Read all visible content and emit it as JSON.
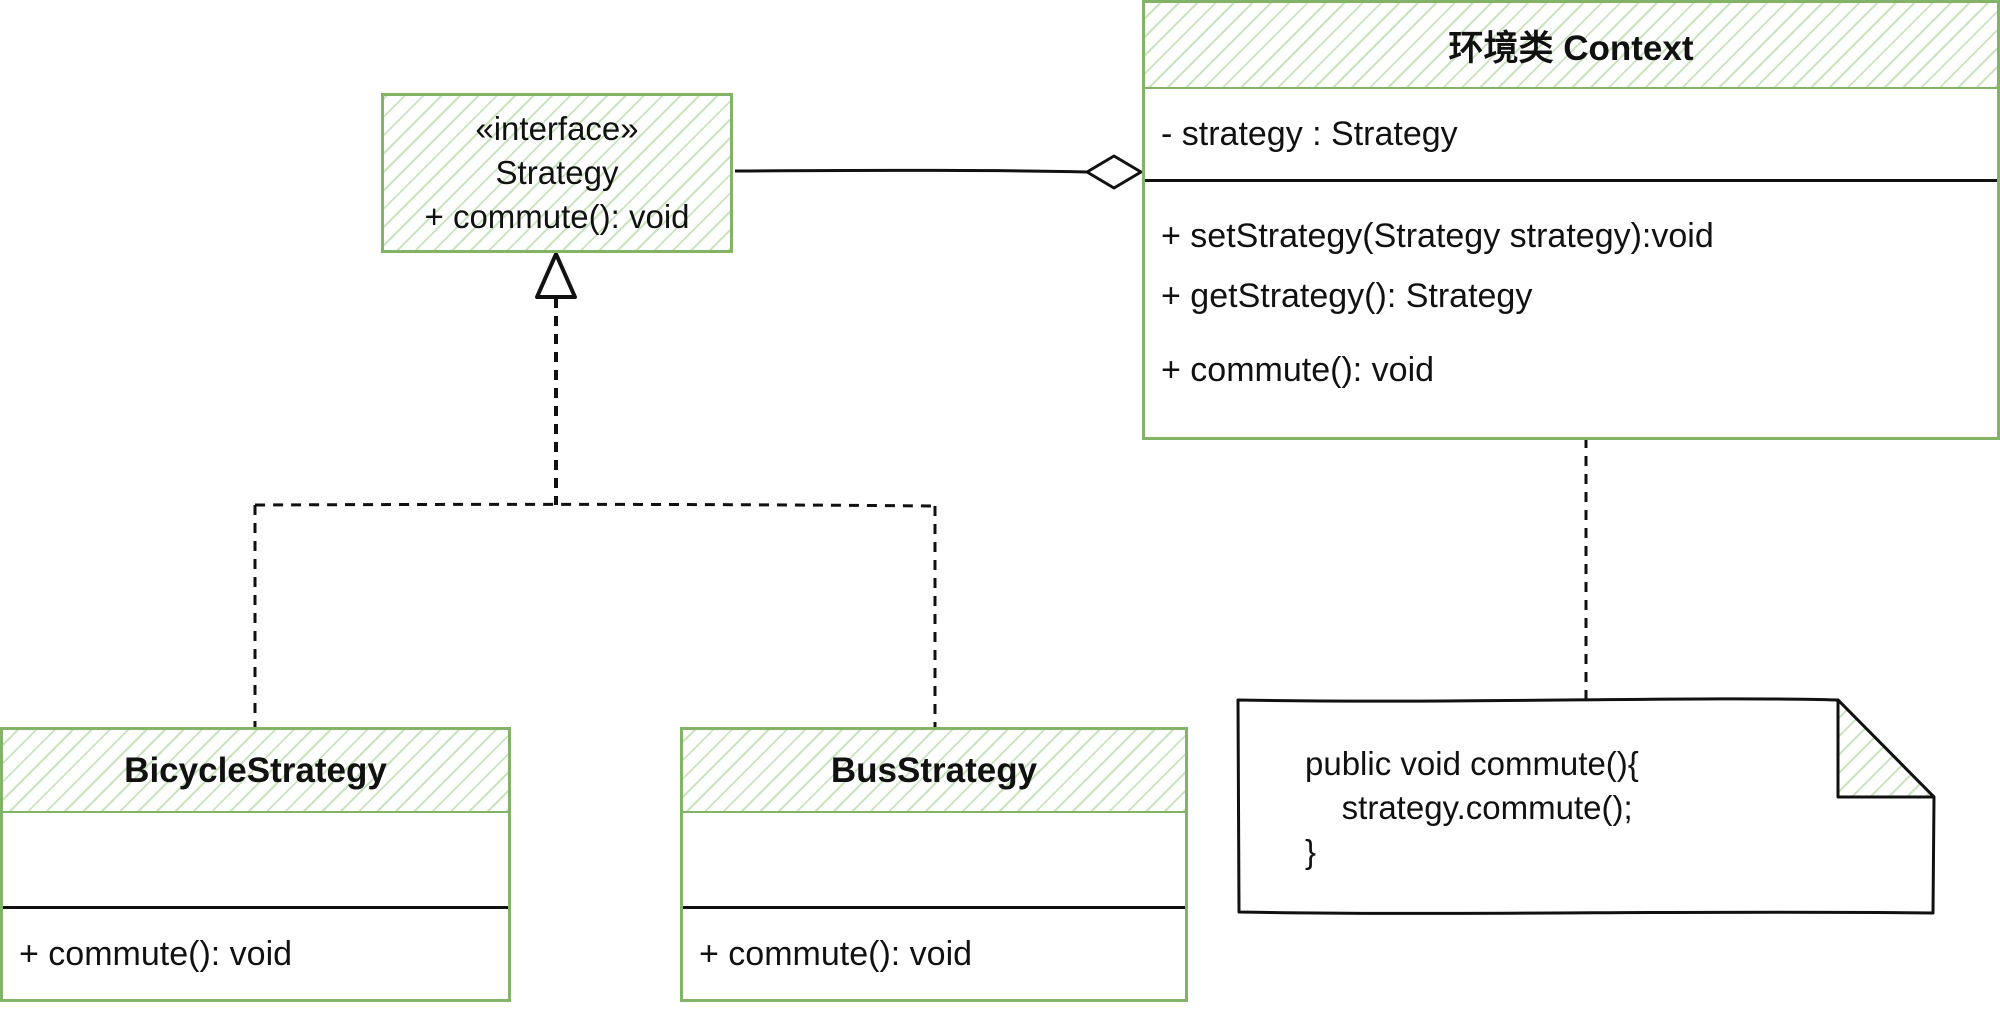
{
  "diagram": {
    "strategy_interface": {
      "stereotype": "«interface»",
      "name": "Strategy",
      "operation": "+ commute(): void"
    },
    "context_class": {
      "name": "环境类 Context",
      "attribute": "- strategy : Strategy",
      "operations": [
        "+ setStrategy(Strategy strategy):void",
        "+ getStrategy(): Strategy",
        "+ commute(): void"
      ]
    },
    "bicycle_strategy": {
      "name": "BicycleStrategy",
      "operation": "+ commute(): void"
    },
    "bus_strategy": {
      "name": "BusStrategy",
      "operation": "+ commute(): void"
    },
    "note": {
      "lines": [
        "public void commute(){",
        "    strategy.commute();",
        "}"
      ]
    }
  },
  "colors": {
    "border_green": "#82b366",
    "hatch_green": "#c9e3bd",
    "line_black": "#111111"
  }
}
